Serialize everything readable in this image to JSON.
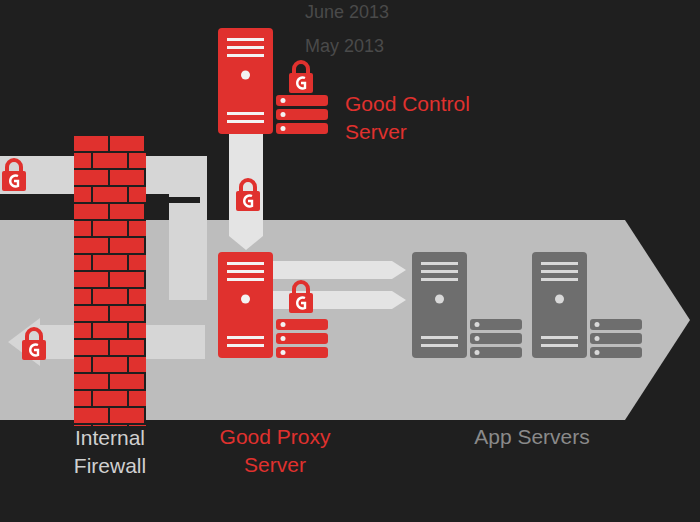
{
  "diagram": {
    "nodes": [
      {
        "text": [
          "Good Control Server"
        ]
      },
      {
        "text": [
          "Internal Firewall"
        ]
      },
      {
        "text": [
          "Good Proxy Server"
        ]
      },
      {
        "text": [
          "App Servers"
        ]
      }
    ],
    "edges": [
      {
        "from": 2,
        "to": 0,
        "arrow": "both"
      },
      {
        "from": 2,
        "to": 3,
        "arrow": "both"
      },
      {
        "from": 2,
        "to": 3,
        "arrow": "both"
      }
    ],
    "labels": [
      "June 2013",
      "May 2013"
    ]
  }
}
